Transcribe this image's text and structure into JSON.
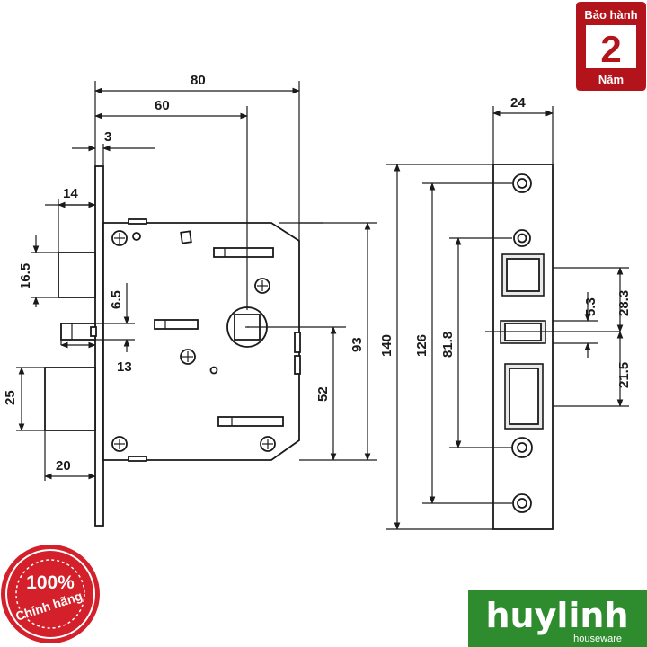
{
  "badges": {
    "warranty": {
      "top": "Bảo hành",
      "number": "2",
      "bottom": "Năm",
      "color": "#b3131b"
    },
    "genuine": {
      "percent": "100%",
      "text": "Chính hãng",
      "color": "#d3202a"
    }
  },
  "brand": {
    "name": "huylinh",
    "sub": "houseware",
    "color": "#2e8b2e"
  },
  "dimensions": {
    "d80": "80",
    "d60": "60",
    "d3": "3",
    "d14": "14",
    "d16_5": "16.5",
    "d6_5": "6.5",
    "d13": "13",
    "d25": "25",
    "d20": "20",
    "d93": "93",
    "d52": "52",
    "d140": "140",
    "d126": "126",
    "d81_8": "81.8",
    "d24": "24",
    "d5_3": "5.3",
    "d28_3": "28.3",
    "d21_5": "21.5"
  }
}
